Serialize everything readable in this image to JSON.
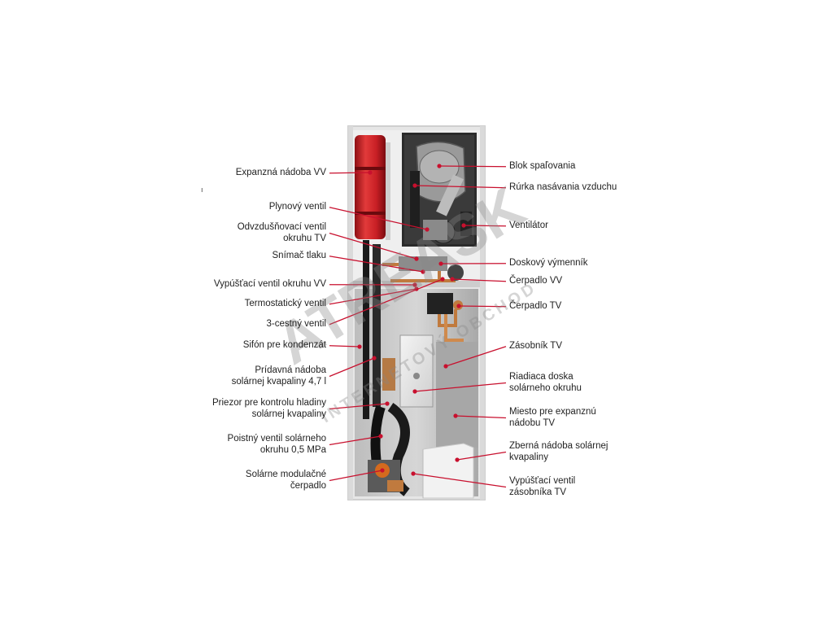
{
  "left_labels": [
    {
      "id": "expanzna-nadoba-vv",
      "lines": [
        "Expanzná nádoba VV"
      ]
    },
    {
      "id": "plynovy-ventil",
      "lines": [
        "Plynový ventil"
      ]
    },
    {
      "id": "odvzdusnovaci-ventil",
      "lines": [
        "Odvzdušňovací ventil",
        "okruhu TV"
      ]
    },
    {
      "id": "snimac-tlaku",
      "lines": [
        "Snímač tlaku"
      ]
    },
    {
      "id": "vypustaci-ventil-vv",
      "lines": [
        "Vypúšťací ventil okruhu VV"
      ]
    },
    {
      "id": "termostaticky-ventil",
      "lines": [
        "Termostatický ventil"
      ]
    },
    {
      "id": "trojcestny-ventil",
      "lines": [
        "3-cestný ventil"
      ]
    },
    {
      "id": "sifon",
      "lines": [
        "Sifón pre kondenzát"
      ]
    },
    {
      "id": "pridavna-nadoba",
      "lines": [
        "Prídavná nádoba",
        "solárnej kvapaliny 4,7 l"
      ]
    },
    {
      "id": "priezor",
      "lines": [
        "Priezor pre kontrolu hladiny",
        "solárnej kvapaliny"
      ]
    },
    {
      "id": "poistny-ventil",
      "lines": [
        "Poistný ventil solárneho",
        "okruhu 0,5 MPa"
      ]
    },
    {
      "id": "solarne-cerpadlo",
      "lines": [
        "Solárne modulačné",
        "čerpadlo"
      ]
    }
  ],
  "right_labels": [
    {
      "id": "blok-spalovania",
      "lines": [
        "Blok spaľovania"
      ]
    },
    {
      "id": "rurka-nasavania",
      "lines": [
        "Rúrka nasávania vzduchu"
      ]
    },
    {
      "id": "ventilator",
      "lines": [
        "Ventilátor"
      ]
    },
    {
      "id": "doskovy-vymennik",
      "lines": [
        "Doskový výmenník"
      ]
    },
    {
      "id": "cerpadlo-vv",
      "lines": [
        "Čerpadlo VV"
      ]
    },
    {
      "id": "cerpadlo-tv",
      "lines": [
        "Čerpadlo TV"
      ]
    },
    {
      "id": "zasobnik-tv",
      "lines": [
        "Zásobník TV"
      ]
    },
    {
      "id": "riadiaca-doska",
      "lines": [
        "Riadiaca doska",
        "solárneho okruhu"
      ]
    },
    {
      "id": "miesto-expanznu",
      "lines": [
        "Miesto pre expanznú",
        "nádobu TV"
      ]
    },
    {
      "id": "zberna-nadoba",
      "lines": [
        "Zberná nádoba solárnej",
        "kvapaliny"
      ]
    },
    {
      "id": "vypustaci-ventil-zasobnika",
      "lines": [
        "Vypúšťací ventil",
        "zásobníka TV"
      ]
    }
  ],
  "watermark": {
    "main": "ATREASK",
    "sub": "INTERNETOVÝ OBCHOD"
  },
  "stray_mark": "ı",
  "colors": {
    "leader": "#c8102e",
    "tank": "#c81f25",
    "frame": "#d9d9d9",
    "pipe": "#1a1a1a",
    "copper": "#c07a3e"
  }
}
